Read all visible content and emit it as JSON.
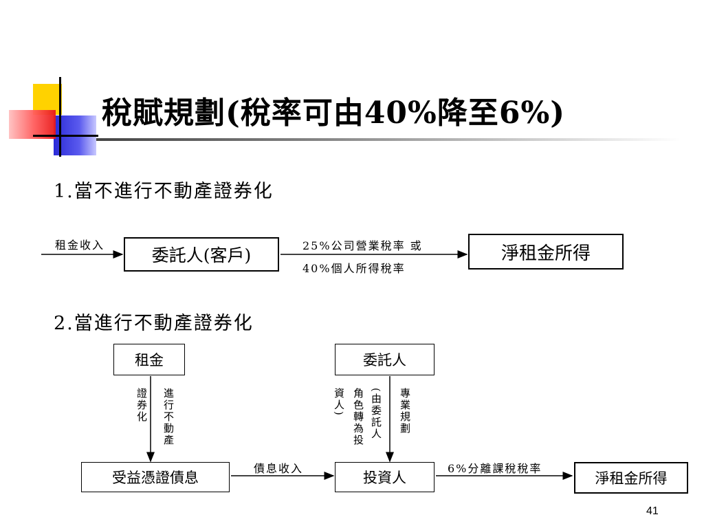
{
  "title": "稅賦規劃(稅率可由40%降至6%)",
  "section1": {
    "heading": "1.當不進行不動產證券化",
    "input_label": "租金收入",
    "box_left": "委託人(客戶)",
    "tax_line1": "25%公司營業稅率 或",
    "tax_line2": "40%個人所得稅率",
    "box_right": "淨租金所得"
  },
  "section2": {
    "heading": "2.當進行不動產證券化",
    "box_rent": "租金",
    "box_trustor": "委託人",
    "label_securitize_a": "證券化",
    "label_securitize_b": "進行不動產",
    "label_role_a": "資人)",
    "label_role_b": "角色轉為投",
    "label_role_c": "(由委託人",
    "label_plan": "專業規劃",
    "box_certificate": "受益憑證債息",
    "interest_label": "債息收入",
    "box_investor": "投資人",
    "rate_label": "6%分離課稅稅率",
    "box_net": "淨租金所得"
  },
  "page_number": "41"
}
